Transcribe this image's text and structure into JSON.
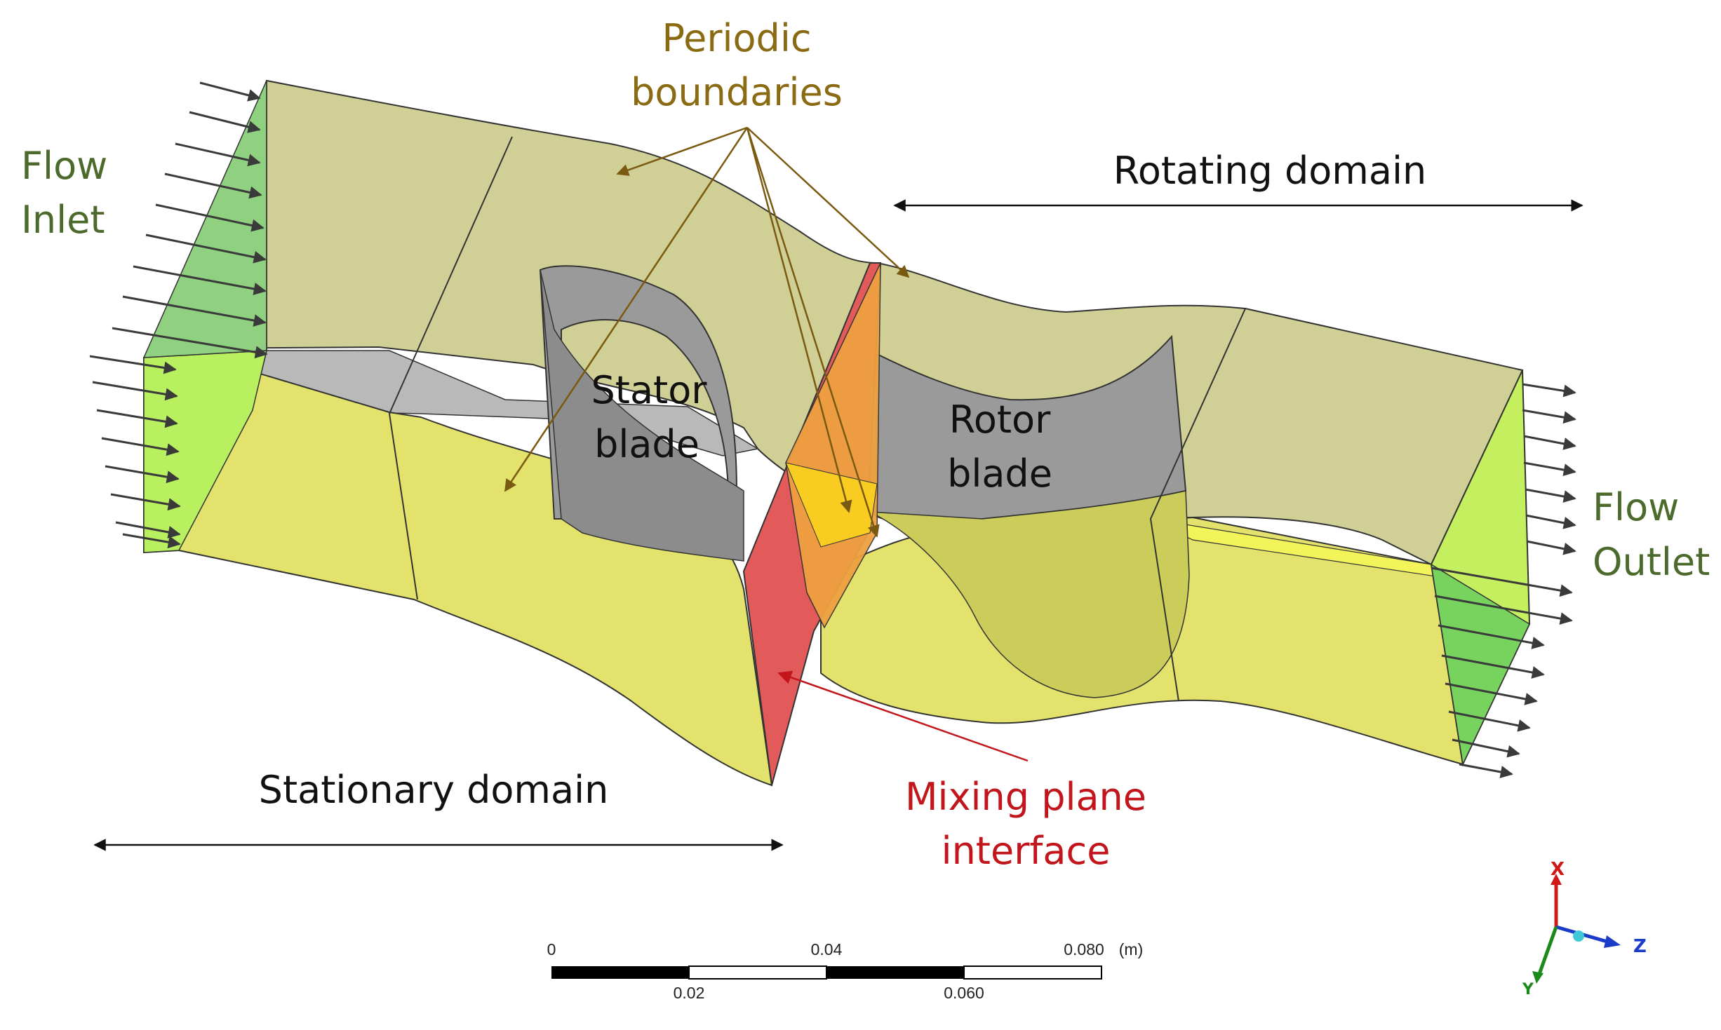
{
  "labels": {
    "periodic_line1": "Periodic",
    "periodic_line2": "boundaries",
    "flow_inlet_line1": "Flow",
    "flow_inlet_line2": "Inlet",
    "flow_outlet_line1": "Flow",
    "flow_outlet_line2": "Outlet",
    "rotating_domain": "Rotating domain",
    "stationary_domain": "Stationary domain",
    "stator_line1": "Stator",
    "stator_line2": "blade",
    "rotor_line1": "Rotor",
    "rotor_line2": "blade",
    "mixing_line1": "Mixing plane",
    "mixing_line2": "interface"
  },
  "scale_bar": {
    "top_labels": [
      "0",
      "0.04",
      "0.080"
    ],
    "unit": "(m)",
    "bottom_labels": [
      "0.02",
      "0.060"
    ]
  },
  "axes": {
    "x": "X",
    "y": "Y",
    "z": "Z"
  },
  "colors": {
    "periodic_label": "#8a6a12",
    "flow_label": "#4c6a2c",
    "mixing_label": "#c2161c",
    "domain_top": "#cfcf96",
    "domain_side": "#e2e26c",
    "inlet_face": "#9bd77f",
    "outlet_face": "#c4f060",
    "blade": "#9a9a9a",
    "mixing_plane": "#e25a5a"
  }
}
